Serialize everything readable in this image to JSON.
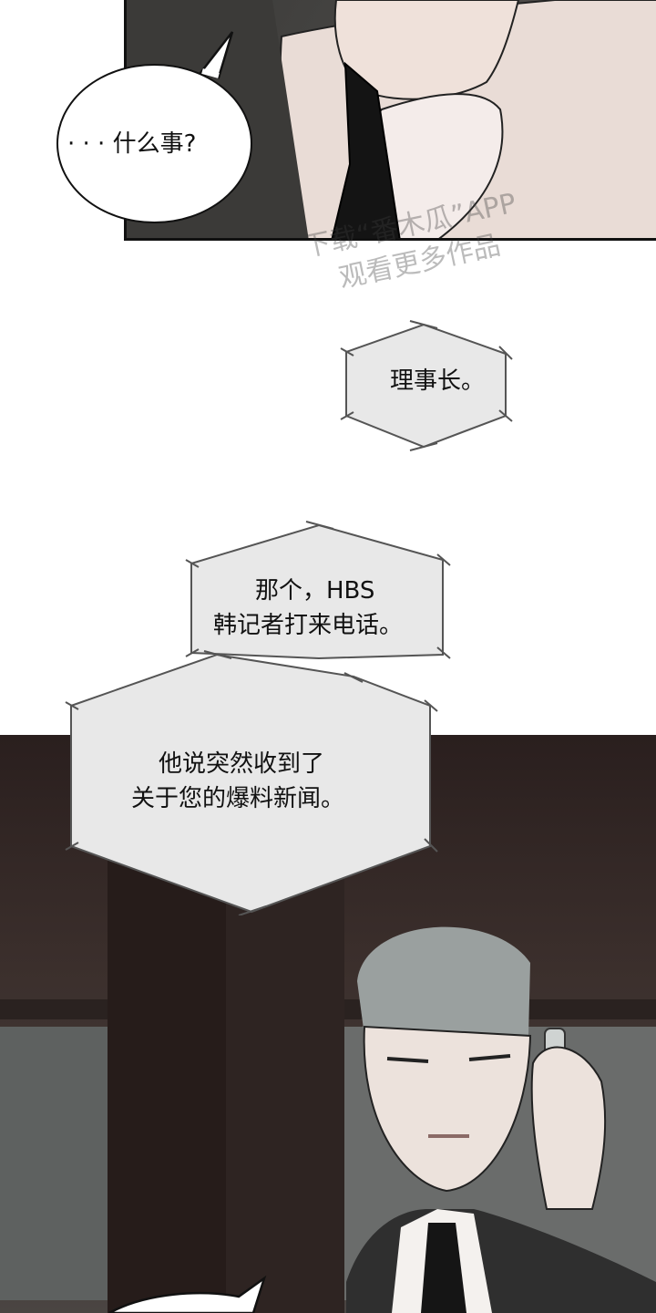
{
  "bubbles": {
    "top": "· · · 什么事?",
    "chairman": "理事长。",
    "hbs_line1": "那个，HBS",
    "hbs_line2": "韩记者打来电话。",
    "news_line1": "他说突然收到了",
    "news_line2": "关于您的爆料新闻。"
  },
  "watermark": {
    "line1": "下载“番木瓜”APP",
    "line2": "观看更多作品"
  }
}
